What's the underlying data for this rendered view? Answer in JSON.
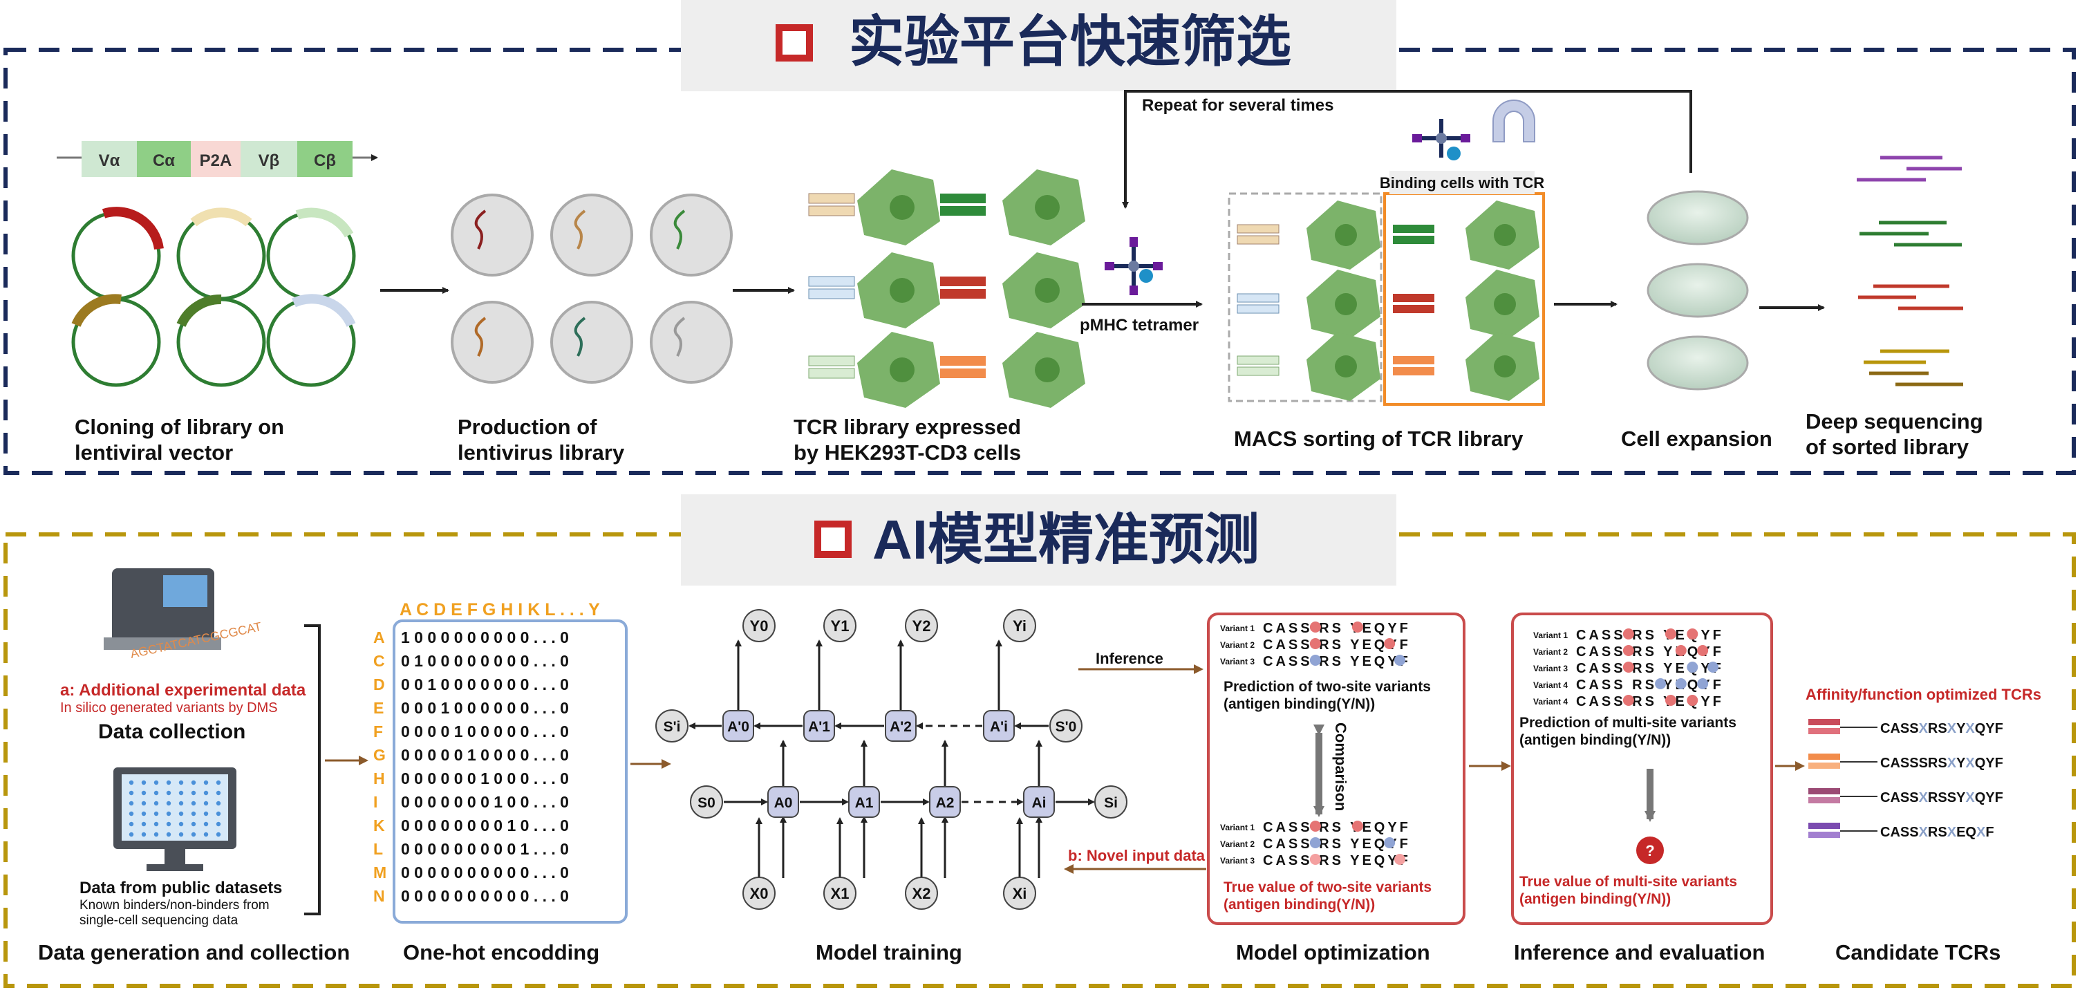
{
  "top": {
    "title": "实验平台快速筛选",
    "gene_segments": [
      "Vα",
      "Cα",
      "P2A",
      "Vβ",
      "Cβ"
    ],
    "repeat_label": "Repeat for several times",
    "binding_label": "Binding cells with TCR",
    "tetramer_label": "pMHC tetramer",
    "steps": {
      "s1_l1": "Cloning of library on",
      "s1_l2": "lentiviral vector",
      "s2_l1": "Production of",
      "s2_l2": "lentivirus library",
      "s3_l1": "TCR library expressed",
      "s3_l2": "by HEK293T-CD3 cells",
      "s4": "MACS sorting of TCR library",
      "s5": "Cell expansion",
      "s6_l1": "Deep sequencing",
      "s6_l2": "of sorted library"
    }
  },
  "bottom": {
    "title": "AI模型精准预测",
    "collection": {
      "a_label": "a: Additional experimental data",
      "a_sub": "In silico generated variants by DMS",
      "title": "Data collection",
      "public_title": "Data from public datasets",
      "public_sub1": "Known binders/non-binders from",
      "public_sub2": "single-cell sequencing data",
      "seq_text": "AGCTATCATCGCGCAT"
    },
    "onehot": {
      "header": "A C D E F G H I K L . . . Y",
      "letters": [
        "A",
        "C",
        "D",
        "E",
        "F",
        "G",
        "H",
        "I",
        "K",
        "L",
        "M",
        "N"
      ],
      "rows": [
        "1 0 0 0 0 0 0 0 0 0 . . . 0",
        "0 1 0 0 0 0 0 0 0 0 . . . 0",
        "0 0 1 0 0 0 0 0 0 0 . . . 0",
        "0 0 0 1 0 0 0 0 0 0 . . . 0",
        "0 0 0 0 1 0 0 0 0 0 . . . 0",
        "0 0 0 0 0 1 0 0 0 0 . . . 0",
        "0 0 0 0 0 0 1 0 0 0 . . . 0",
        "0 0 0 0 0 0 0 1 0 0 . . . 0",
        "0 0 0 0 0 0 0 0 1 0 . . . 0",
        "0 0 0 0 0 0 0 0 0 1 . . . 0",
        "0 0 0 0 0 0 0 0 0 0 . . . 0",
        "0 0 0 0 0 0 0 0 0 0 . . . 0"
      ]
    },
    "rnn": {
      "y": [
        "Y0",
        "Y1",
        "Y2",
        "Yi"
      ],
      "x": [
        "X0",
        "X1",
        "X2",
        "Xi"
      ],
      "a": [
        "A0",
        "A1",
        "A2",
        "Ai"
      ],
      "ap": [
        "A'0",
        "A'1",
        "A'2",
        "A'i"
      ],
      "s_left_top": "S'i",
      "s_right_top": "S'0",
      "s_left_bottom": "S0",
      "s_right_bottom": "Si"
    },
    "inference_label": "Inference",
    "novel_label": "b: Novel input data",
    "comparison_label": "Comparison",
    "optimization": {
      "variant_labels": [
        "Variant 1",
        "Variant 2",
        "Variant 3"
      ],
      "pred_l1": "Prediction of two-site variants",
      "pred_l2": "(antigen binding(Y/N))",
      "true_l1": "True value of two-site variants",
      "true_l2": "(antigen binding(Y/N))"
    },
    "evaluation": {
      "variant_labels": [
        "Variant 1",
        "Variant 2",
        "Variant 3",
        "Variant 4",
        "Variant 4"
      ],
      "pred_l1": "Prediction of multi-site variants",
      "pred_l2": "(antigen binding(Y/N))",
      "true_l1": "True value of multi-site variants",
      "true_l2": "(antigen binding(Y/N))",
      "question": "?"
    },
    "candidates": {
      "title": "Affinity/function optimized TCRs",
      "items": [
        {
          "pre": "CASS",
          "m1": "X",
          "mid": "RS",
          "m2": "X",
          "mid2": "Y",
          "m3": "X",
          "post": "QYF"
        },
        {
          "pre": "CASSSRS",
          "m1": "X",
          "mid": "Y",
          "m2": "X",
          "mid2": "",
          "m3": "",
          "post": "QYF"
        },
        {
          "pre": "CASS",
          "m1": "X",
          "mid": "RSSY",
          "m2": "X",
          "mid2": "",
          "m3": "",
          "post": "QYF"
        },
        {
          "pre": "CASS",
          "m1": "X",
          "mid": "RS",
          "m2": "X",
          "mid2": "EQ",
          "m3": "X",
          "post": "F"
        }
      ]
    },
    "steps": {
      "b1": "Data generation and collection",
      "b2": "One-hot encodding",
      "b3": "Model training",
      "b4": "Model optimization",
      "b5": "Inference and evaluation",
      "b6": "Candidate TCRs"
    }
  },
  "colors": {
    "navy": "#1a2a5a",
    "gold": "#b8960c",
    "red": "#c62828",
    "orange": "#f28c28",
    "cell_green": "#7cb36a",
    "brown_arrow": "#8b5a2b",
    "onehot_letter": "#f0a020"
  }
}
